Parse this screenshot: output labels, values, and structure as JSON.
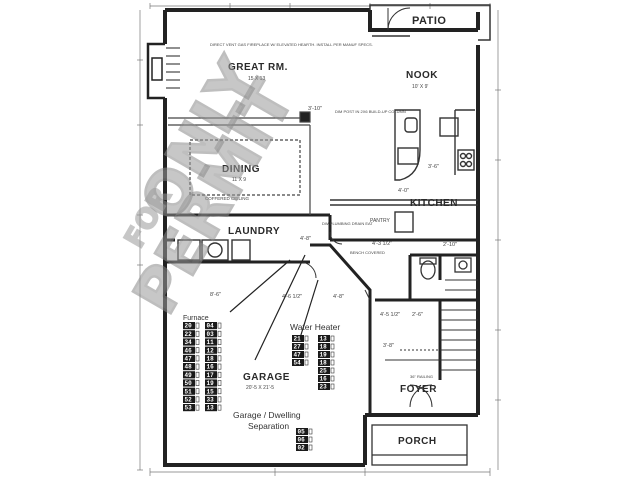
{
  "rooms": {
    "patio": "PATIO",
    "great_rm": "GREAT RM.",
    "great_rm_dims": "15 X 13",
    "nook": "NOOK",
    "nook_dims": "10' X 9'",
    "dining": "DINING",
    "dining_dims": "11 X 9",
    "kitchen": "KITCHEN",
    "laundry": "LAUNDRY",
    "garage": "GARAGE",
    "garage_dims": "20'-5 X 21'-5",
    "foyer": "FOYER",
    "porch": "PORCH",
    "pantry": "PANTRY"
  },
  "notes": {
    "fireplace_note": "DIRECT VENT GAS FIREPLACE W/ ELEVATED HEARTH. INSTALL PER MANUF SPECS.",
    "beam_note": "DIM POST IN 2X6 BUILD-UP COLUMN",
    "coffered": "COFFERED CEILING",
    "plumbing_note": "DW PLUMBING DRAIN EAT",
    "railing": "36\" RAILING",
    "bench": "BENCH COVERED",
    "furnace_label": "Furnace",
    "water_heater_label": "Water Heater",
    "separation_label": "Garage / Dwelling Separation",
    "dims": [
      "4'-3 1/2\"",
      "4'-8\"",
      "4'-6 1/2\"",
      "4'-8\"",
      "3'-8\"",
      "8'-6\"",
      "2'-10\"",
      "4'-5 1/2\"",
      "3'-6\"",
      "2'-6\"",
      "4'-0\"",
      "3'-10\""
    ]
  },
  "furnace_table": [
    [
      "20",
      "04"
    ],
    [
      "22",
      "03"
    ],
    [
      "34",
      "11"
    ],
    [
      "46",
      "12"
    ],
    [
      "47",
      "18"
    ],
    [
      "48",
      "16"
    ],
    [
      "49",
      "17"
    ],
    [
      "50",
      "19"
    ],
    [
      "51",
      "15"
    ],
    [
      "52",
      "33"
    ],
    [
      "53",
      "13"
    ]
  ],
  "water_heater_table": [
    [
      "21",
      "13"
    ],
    [
      "27",
      "18"
    ],
    [
      "47",
      "19"
    ],
    [
      "54",
      "18"
    ],
    [
      "",
      "25"
    ],
    [
      "",
      "16"
    ],
    [
      "",
      "23"
    ]
  ],
  "separation_table": [
    "05",
    "06",
    "02"
  ],
  "watermark_text": "FOR PERMIT ONLY"
}
